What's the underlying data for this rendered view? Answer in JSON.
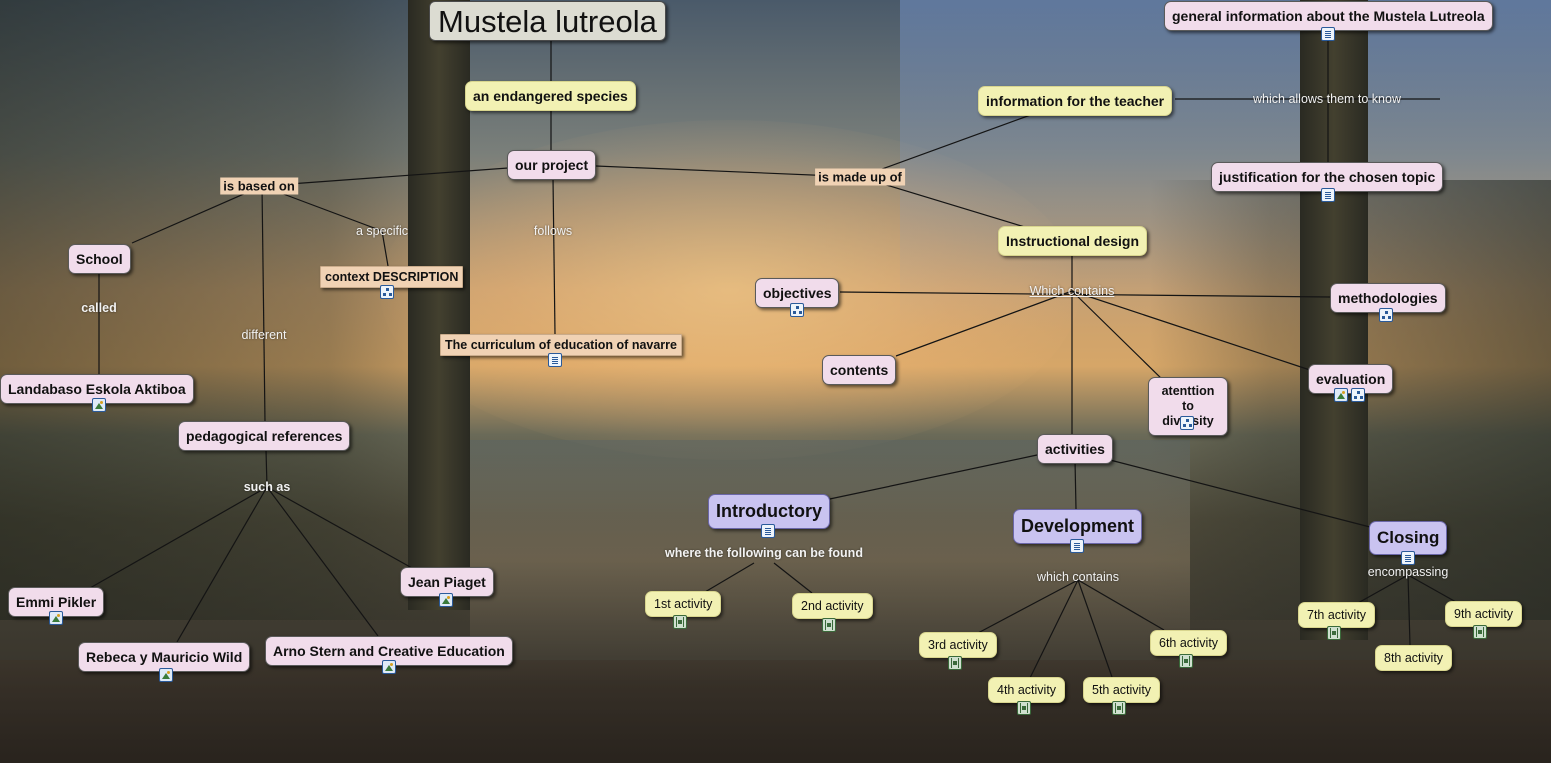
{
  "title": "Mustela lutreola",
  "nodes": {
    "endangered": "an endangered species",
    "our_project": "our project",
    "school": "School",
    "context": "context DESCRIPTION",
    "landabaso": "Landabaso Eskola Aktiboa",
    "pedagogical": "pedagogical references",
    "curriculum": "The curriculum of education of navarre",
    "emmi": "Emmi Pikler",
    "rebeca": "Rebeca y Mauricio Wild",
    "arno": "Arno Stern and Creative Education",
    "piaget": "Jean Piaget",
    "general_info": "general information about the Mustela Lutreola",
    "info_teacher": "information for the teacher",
    "justification": "justification for the chosen topic",
    "instructional": "Instructional design",
    "objectives": "objectives",
    "methodologies": "methodologies",
    "contents": "contents",
    "diversity_1": "atenttion",
    "diversity_2": "to diversity",
    "evaluation": "evaluation",
    "activities": "activities",
    "introductory": "Introductory",
    "development": "Development",
    "closing": "Closing",
    "act1": "1st activity",
    "act2": "2nd activity",
    "act3": "3rd activity",
    "act4": "4th activity",
    "act5": "5th activity",
    "act6": "6th activity",
    "act7": "7th activity",
    "act8": "8th activity",
    "act9": "9th activity"
  },
  "links": {
    "is_based_on": "is based on",
    "a_specific": "a specific",
    "called": "called",
    "different": "different",
    "follows": "follows",
    "such_as": "such as",
    "is_made_up_of": "is made up of",
    "which_allows": "which allows them to know",
    "which_contains_upper": "Which contains",
    "where_found": "where the following can be found",
    "which_contains_lower": "which contains",
    "encompassing": "encompassing"
  },
  "icons": {
    "document": "document-icon",
    "image": "image-icon",
    "concept_map": "concept-map-icon",
    "video": "video-icon"
  }
}
